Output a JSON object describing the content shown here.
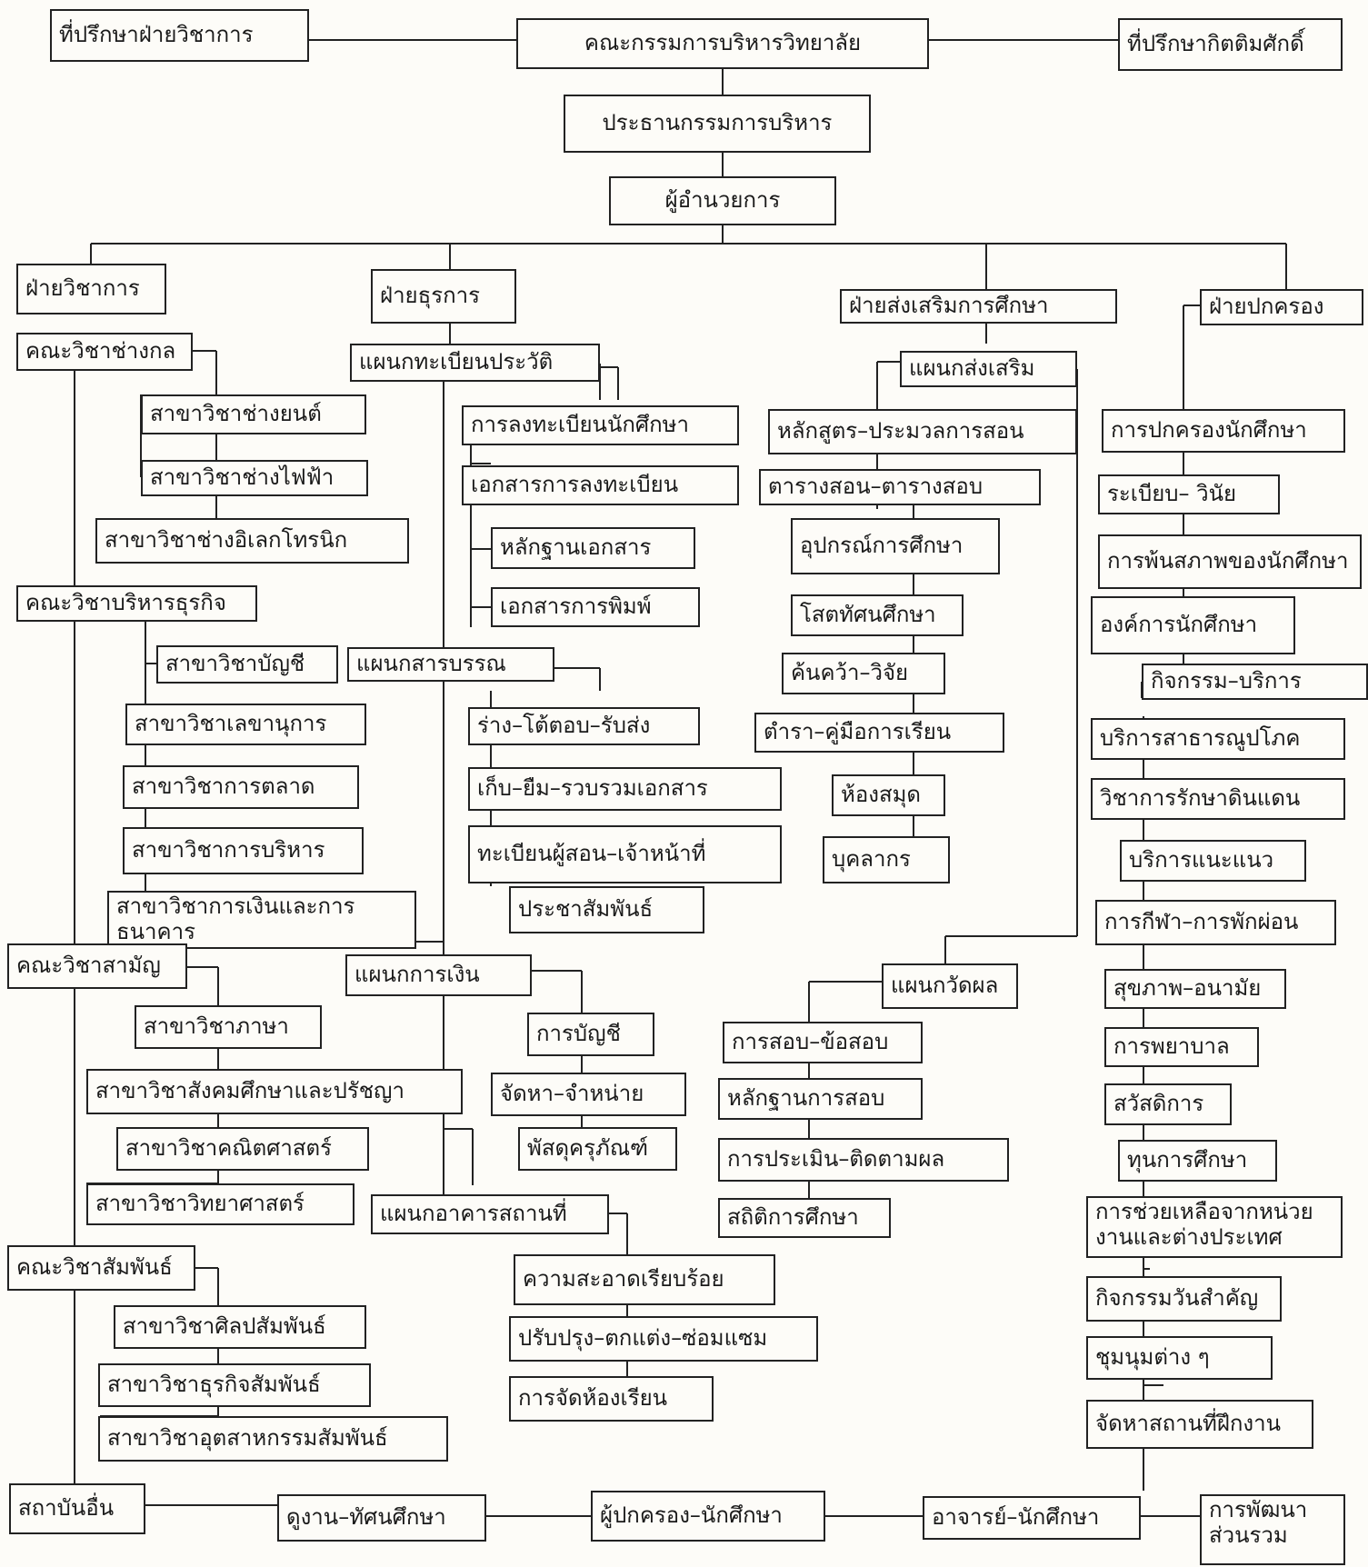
{
  "top": {
    "academic_advisor": "ที่ปรึกษาฝ่ายวิชาการ",
    "board": "คณะกรรมการบริหารวิทยาลัย",
    "honorary_advisor": "ที่ปรึกษากิตติมศักดิ์",
    "chairman": "ประธานกรรมการบริหาร",
    "director": "ผู้อำนวยการ"
  },
  "academic": {
    "title": "ฝ่ายวิชาการ",
    "faculties": [
      {
        "name": "คณะวิชาช่างกล",
        "programs": [
          "สาขาวิชาช่างยนต์",
          "สาขาวิชาช่างไฟฟ้า",
          "สาขาวิชาช่างอิเลกโทรนิก"
        ]
      },
      {
        "name": "คณะวิชาบริหารธุรกิจ",
        "programs": [
          "สาขาวิชาบัญชี",
          "สาขาวิชาเลขานุการ",
          "สาขาวิชาการตลาด",
          "สาขาวิชาการบริหาร",
          "สาขาวิชาการเงินและการธนาคาร"
        ]
      },
      {
        "name": "คณะวิชาสามัญ",
        "programs": [
          "สาขาวิชาภาษา",
          "สาขาวิชาสังคมศึกษาและปรัชญา",
          "สาขาวิชาคณิตศาสตร์",
          "สาขาวิชาวิทยาศาสตร์"
        ]
      },
      {
        "name": "คณะวิชาสัมพันธ์",
        "programs": [
          "สาขาวิชาศิลปสัมพันธ์",
          "สาขาวิชาธุรกิจสัมพันธ์",
          "สาขาวิชาอุตสาหกรรมสัมพันธ์"
        ]
      }
    ]
  },
  "admin": {
    "title": "ฝ่ายธุรการ",
    "sections": [
      {
        "name": "แผนกทะเบียนประวัติ",
        "items": [
          "การลงทะเบียนนักศึกษา",
          "เอกสารการลงทะเบียน",
          "หลักฐานเอกสาร",
          "เอกสารการพิมพ์"
        ]
      },
      {
        "name": "แผนกสารบรรณ",
        "items": [
          "ร่าง–โต้ตอบ–รับส่ง",
          "เก็บ–ยืม–รวบรวมเอกสาร",
          "ทะเบียนผู้สอน–เจ้าหน้าที่",
          "ประชาสัมพันธ์"
        ]
      },
      {
        "name": "แผนกการเงิน",
        "items": [
          "การบัญชี",
          "จัดหา–จำหน่าย",
          "พัสดุครุภัณฑ์"
        ]
      },
      {
        "name": "แผนกอาคารสถานที่",
        "items": [
          "ความสะอาดเรียบร้อย",
          "ปรับปรุง–ตกแต่ง–ซ่อมแซม",
          "การจัดห้องเรียน"
        ]
      }
    ]
  },
  "promotion": {
    "title": "ฝ่ายส่งเสริมการศึกษา",
    "sections": [
      {
        "name": "แผนกส่งเสริม",
        "items": [
          "หลักสูตร–ประมวลการสอน",
          "ตารางสอน–ตารางสอบ",
          "อุปกรณ์การศึกษา",
          "โสตทัศนศึกษา",
          "ค้นคว้า–วิจัย",
          "ตำรา–คู่มือการเรียน",
          "ห้องสมุด",
          "บุคลากร"
        ]
      },
      {
        "name": "แผนกวัดผล",
        "items": [
          "การสอบ–ข้อสอบ",
          "หลักฐานการสอบ",
          "การประเมิน–ติดตามผล",
          "สถิติการศึกษา"
        ]
      }
    ]
  },
  "governance": {
    "title": "ฝ่ายปกครอง",
    "student_gov": "การปกครองนักศึกษา",
    "gov_items": [
      "ระเบียบ– วินัย",
      "การพ้นสภาพของนักศึกษา",
      "องค์การนักศึกษา"
    ],
    "activity": "กิจกรรม–บริการ",
    "activity_items": [
      "บริการสาธารณูปโภค",
      "วิชาการรักษาดินแดน",
      "บริการแนะแนว",
      "การกีฬา–การพักผ่อน",
      "สุขภาพ–อนามัย",
      "การพยาบาล",
      "สวัสดิการ",
      "ทุนการศึกษา",
      "การช่วยเหลือจากหน่วยงานและต่างประเทศ",
      "กิจกรรมวันสำคัญ",
      "ชุมนุมต่าง ๆ",
      "จัดหาสถานที่ฝึกงาน"
    ]
  },
  "bottom": [
    "สถาบันอื่น",
    "ดูงาน–ทัศนศึกษา",
    "ผู้ปกครอง–นักศึกษา",
    "อาจารย์–นักศึกษา",
    "การพัฒนาส่วนรวม"
  ],
  "colors": {
    "ink": "#222222",
    "paper": "#fdfcf8"
  }
}
